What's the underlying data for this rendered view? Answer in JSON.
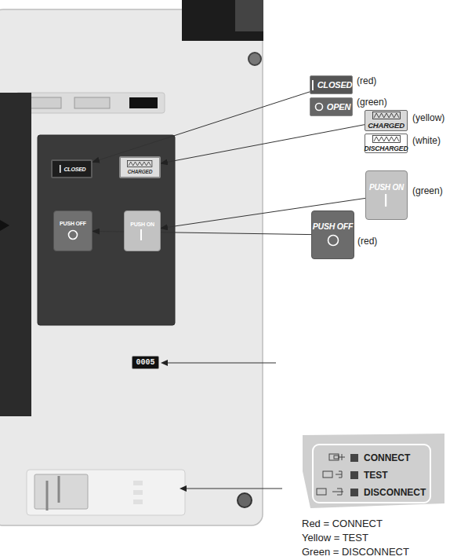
{
  "diagram": {
    "nodes": [
      {
        "text": [
          "CLOSED"
        ]
      },
      {
        "text": [
          "CHARGED"
        ]
      },
      {
        "text": [
          "PUSH OFF"
        ]
      },
      {
        "text": [
          "PUSH ON"
        ]
      },
      {
        "text": [
          "0005"
        ]
      },
      {
        "text": [
          "CLOSED"
        ]
      },
      {
        "text": [
          "OPEN"
        ]
      },
      {
        "text": [
          "CHARGED"
        ]
      },
      {
        "text": [
          "DISCHARGED"
        ]
      },
      {
        "text": [
          "PUSH ON"
        ]
      },
      {
        "text": [
          "PUSH OFF"
        ]
      }
    ],
    "edges": [
      {
        "from": 5,
        "to": 0,
        "arrow": "to"
      },
      {
        "from": 7,
        "to": 1,
        "arrow": "to"
      },
      {
        "from": 9,
        "to": 3,
        "arrow": "to"
      },
      {
        "from": 10,
        "to": 2,
        "arrow": "to"
      }
    ],
    "labels": [
      "(red)",
      "(green)",
      "(yellow)",
      "(white)",
      "(green)",
      "(red)",
      "CONNECT",
      "TEST",
      "DISCONNECT",
      "Red = CONNECT",
      "Yellow = TEST",
      "Green = DISCONNECT"
    ]
  }
}
